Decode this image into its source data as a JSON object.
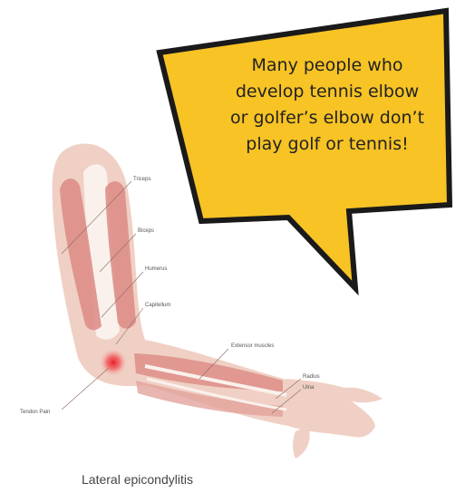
{
  "speech_bubble": {
    "lines": [
      "Many people who",
      "develop tennis elbow",
      "or golfer’s elbow don’t",
      "play golf or tennis!"
    ],
    "fill_color": "#f7c325",
    "outline_color": "#1a1a1a"
  },
  "anatomy_labels": {
    "triceps": "Triceps",
    "biceps": "Biceps",
    "humerus": "Humerus",
    "capitellum": "Capitellum",
    "extensor_muscles": "Extensor muscles",
    "radius": "Radius",
    "ulna": "Ulna",
    "tendon_pain": "Tendon Pain"
  },
  "caption": "Lateral epicondylitis",
  "colors": {
    "skin": "#f0d0c4",
    "muscle": "#dd8e88",
    "bone": "#faf1ec",
    "pain": "#e8202a"
  }
}
